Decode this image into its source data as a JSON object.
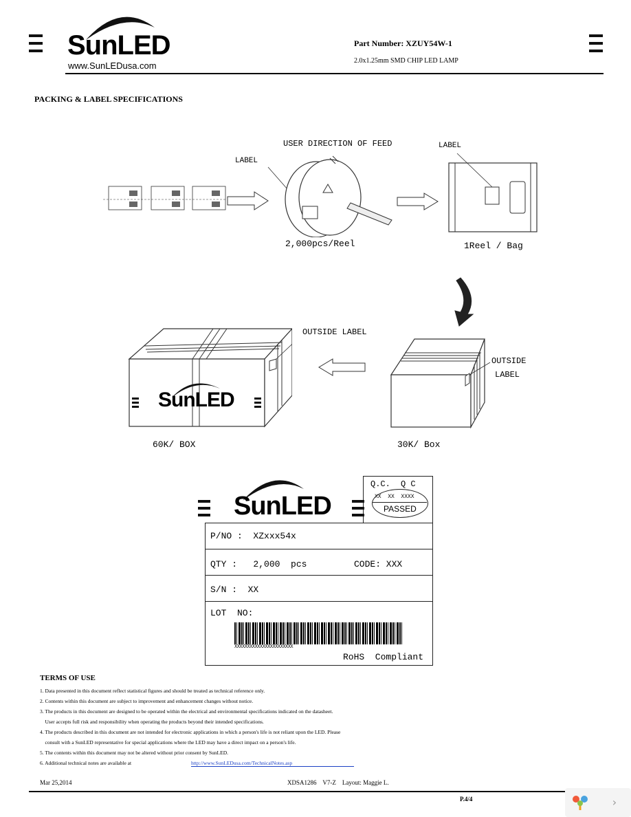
{
  "header": {
    "logo_text": "SunLED",
    "website": "www.SunLEDusa.com",
    "part_number": "Part Number: XZUY54W-1",
    "subtitle": "2.0x1.25mm SMD CHIP LED LAMP"
  },
  "section_title": "PACKING & LABEL SPECIFICATIONS",
  "diagram": {
    "feed_label": "USER DIRECTION OF FEED",
    "reel_label": "LABEL",
    "bag_label": "LABEL",
    "reel_caption": "2,000pcs/Reel",
    "bag_caption": "1Reel / Bag",
    "outside_label_big": "OUTSIDE LABEL",
    "outside_label_small_1": "OUTSIDE",
    "outside_label_small_2": "LABEL",
    "box_big_caption": "60K/ BOX",
    "box_small_caption": "30K/ Box",
    "box_logo": "SunLED"
  },
  "label_card": {
    "logo": "SunLED",
    "qc_1": "Q.C.",
    "qc_2": "Q C",
    "qc_code": "XX  XX  XXXX",
    "qc_passed": "PASSED",
    "pno": "P/NO :  XZxxx54x",
    "qty": "QTY :   2,000  pcs",
    "code": "CODE: XXX",
    "sn": "S/N :  XX",
    "lot": "LOT  NO:",
    "barcode_text": "XXXXXXXXXXXXXXXXXXXXXXX",
    "rohs": "RoHS  Compliant"
  },
  "terms": {
    "title": "TERMS OF USE",
    "lines": [
      "1. Data presented in this document reflect statistical figures and should be treated as technical reference only.",
      "2. Contents within this document are subject to improvement and enhancement changes without notice.",
      "3. The products in this document are designed to be operated within the electrical and environmental specifications indicated on the datasheet.",
      "    User accepts full risk and responsibility when operating the products beyond their intended specifications.",
      "4. The products described in this document are not intended for electronic applications in which a person's life is not reliant upon the LED. Please",
      "    consult with a SunLED representative for special applications where the LED may have a direct impact on a person's life.",
      "5. The contents within this document may not be altered without prior consent by SunLED.",
      "6. Additional technical notes are available at"
    ],
    "link": "http://www.SunLEDusa.com/TechnicalNotes.asp"
  },
  "footer": {
    "date": "Mar 25,2014",
    "doc": "XDSA1286    V7-Z    Layout: Maggie L.",
    "page": "P.4/4"
  },
  "viewer": {
    "next_icon": "chevron-right-icon"
  }
}
